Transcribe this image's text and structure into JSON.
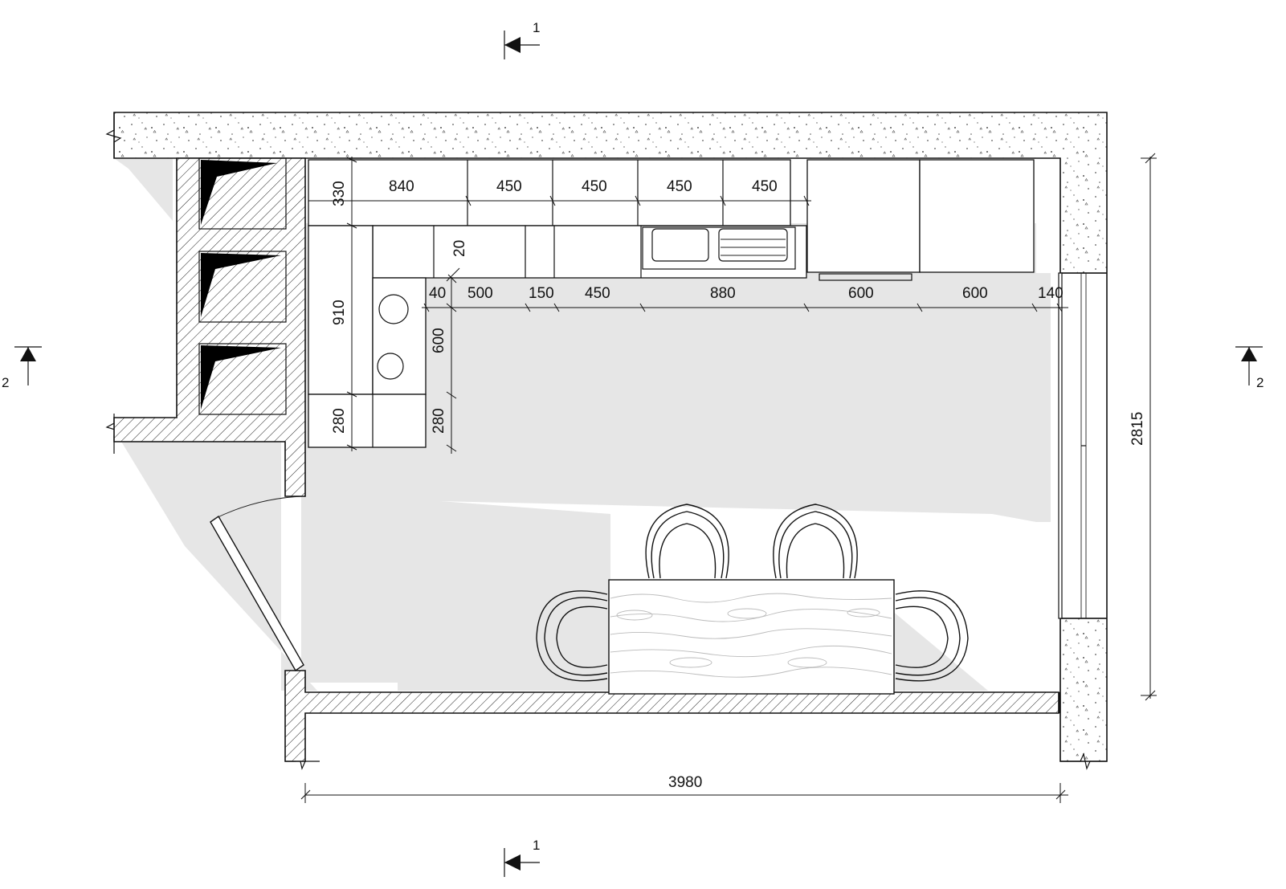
{
  "section_marks": {
    "top": "1",
    "bottom": "1",
    "left": "2",
    "right": "2"
  },
  "dims_top_row": [
    "840",
    "450",
    "450",
    "450",
    "450"
  ],
  "dims_upper_depth": "330",
  "dims_small_20": "20",
  "dims_counter_row": [
    "40",
    "500",
    "150",
    "450",
    "880",
    "600",
    "600",
    "140"
  ],
  "dims_left_run": [
    "910",
    "280"
  ],
  "dims_left_depth": [
    "600",
    "280"
  ],
  "dims_room_width": "3980",
  "dims_room_height": "2815"
}
